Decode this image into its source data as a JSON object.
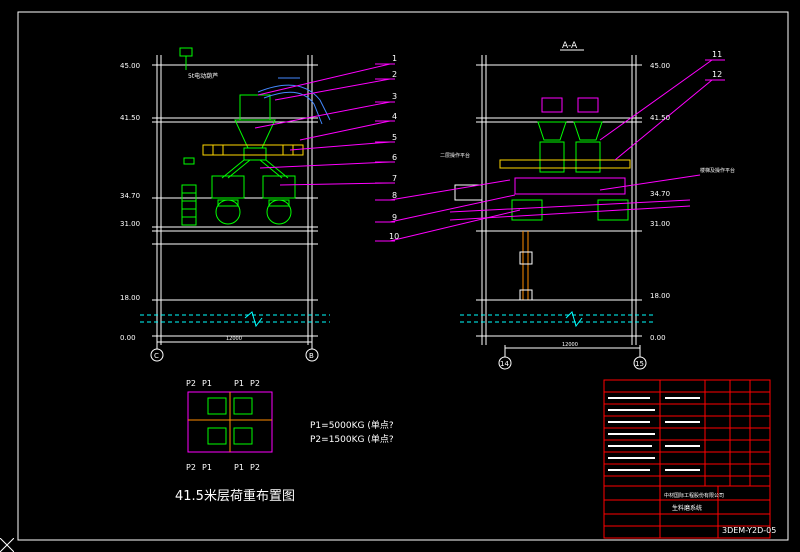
{
  "section_title": "A-A",
  "left_view": {
    "elevations": [
      "45.00",
      "41.50",
      "34.70",
      "31.00",
      "18.00",
      "0.00"
    ],
    "axis_labels": [
      "C",
      "B"
    ],
    "overall_dim": "12000",
    "note": "5t电动葫芦"
  },
  "right_view": {
    "elevations": [
      "45.00",
      "41.50",
      "34.70",
      "31.00",
      "18.00",
      "0.00"
    ],
    "axis_labels": [
      "14",
      "15"
    ],
    "overall_dim": "12000",
    "note_left": "二层操作平台",
    "note_right": "楼梯及操作平台"
  },
  "callouts": [
    "1",
    "2",
    "3",
    "4",
    "5",
    "6",
    "7",
    "8",
    "9",
    "10",
    "11",
    "12"
  ],
  "load_plan": {
    "title": "41.5米层荷重布置图",
    "top_labels": [
      "P2",
      "P1",
      "P1",
      "P2"
    ],
    "bottom_labels": [
      "P2",
      "P1",
      "P1",
      "P2"
    ],
    "p1": "P1=5000KG (单点?",
    "p2": "P2=1500KG (单点?"
  },
  "title_block": {
    "drawing_no": "3DEM-Y2D-05",
    "title": "生料磨系统",
    "company": "中材国际工程股份有限公司"
  },
  "colors": {
    "frame": "#ffffff",
    "structure": "#ffffff",
    "equipment": "#00ff00",
    "duct": "#ff00ff",
    "callout": "#ff00ff",
    "platform": "#ffd700",
    "title_block": "#ff0000",
    "text": "#ffffff",
    "blue": "#4488ff",
    "cyan": "#00ffff"
  }
}
